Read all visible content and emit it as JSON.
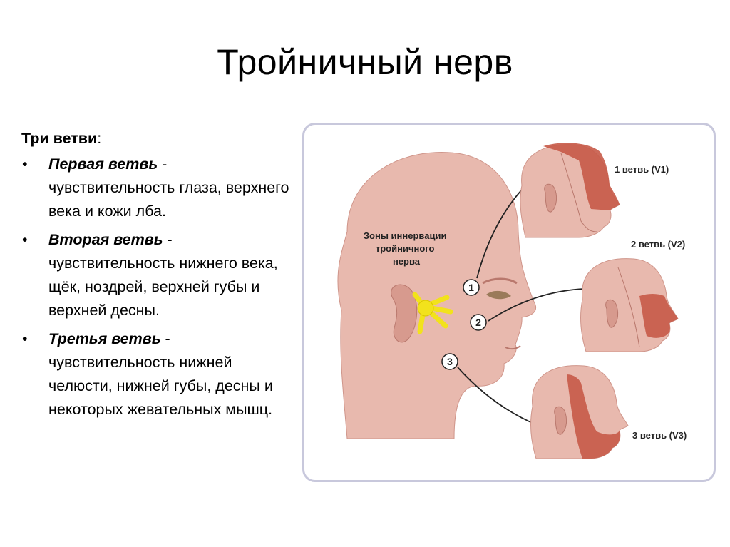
{
  "title": "Тройничный нерв",
  "intro_bold": "Три ветви",
  "intro_rest": ":",
  "bullet_glyph": "•",
  "branches": [
    {
      "name": "Первая ветвь",
      "sep": " -",
      "desc": " чувствительность глаза, верхнего века и кожи лба."
    },
    {
      "name": "Вторая ветвь",
      "sep": " -",
      "desc": " чувствительность нижнего века, щёк, ноздрей, верхней губы и верхней десны."
    },
    {
      "name": "Третья ветвь",
      "sep": " -",
      "desc": " чувствительность нижней челюсти, нижней губы, десны и некоторых жевательных мышц."
    }
  ],
  "figure": {
    "zone_label_lines": [
      "Зоны иннервации",
      "тройничного",
      "нерва"
    ],
    "markers": [
      "1",
      "2",
      "3"
    ],
    "branch_labels": [
      "1 ветвь (V1)",
      "2 ветвь (V2)",
      "3 ветвь (V3)"
    ],
    "colors": {
      "skin": "#e8b9ae",
      "skin_dark": "#d79a8e",
      "zone": "#c75a48",
      "nerve": "#f2e21c",
      "frame": "#c8c8dc"
    }
  }
}
